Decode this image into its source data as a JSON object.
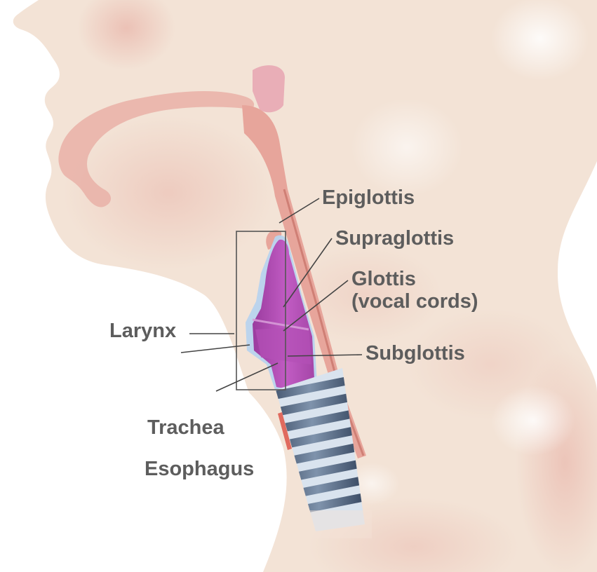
{
  "labels": {
    "epiglottis": "Epiglottis",
    "supraglottis": "Supraglottis",
    "glottis_line1": "Glottis",
    "glottis_line2": "(vocal cords)",
    "subglottis": "Subglottis",
    "larynx": "Larynx",
    "trachea": "Trachea",
    "esophagus": "Esophagus"
  },
  "colors": {
    "skin": "#f3e3d6",
    "skin_shade": "#ecd0c2",
    "airway": "#e9a9a1",
    "larynx_purple": "#b24fb5",
    "cartilage_blue": "#a9c7e6",
    "trachea_ring": "#4d6079",
    "label_text": "#5d5d5d"
  }
}
